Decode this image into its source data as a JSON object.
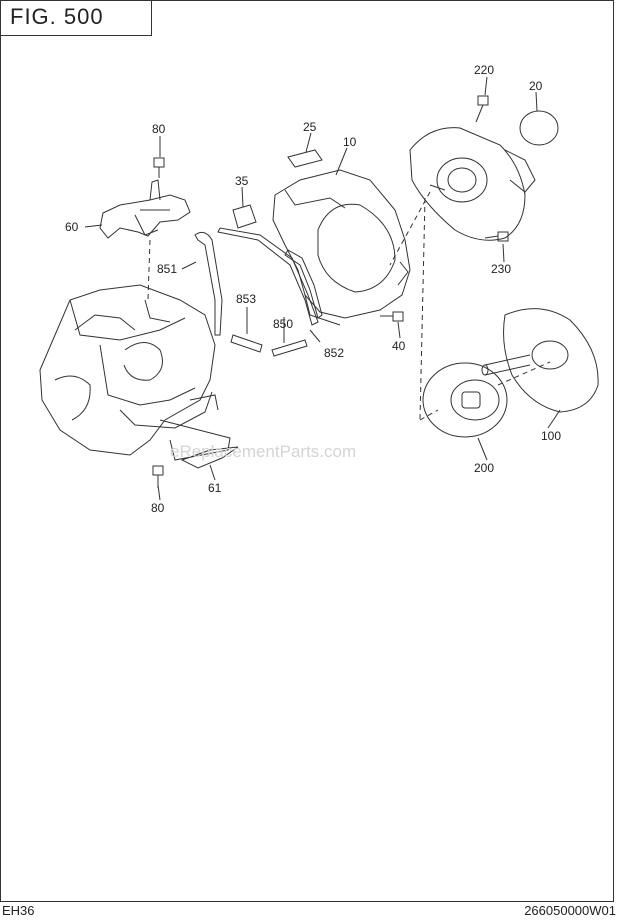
{
  "header": {
    "figure_title": "FIG. 500"
  },
  "footer": {
    "model": "EH36",
    "code": "266050000W01"
  },
  "watermark": "eReplacementParts.com",
  "callouts": {
    "c220": "220",
    "c20": "20",
    "c80a": "80",
    "c25": "25",
    "c10": "10",
    "c35": "35",
    "c60": "60",
    "c851": "851",
    "c853": "853",
    "c850": "850",
    "c852": "852",
    "c40": "40",
    "c230": "230",
    "c100": "100",
    "c200": "200",
    "c61": "61",
    "c80b": "80"
  }
}
